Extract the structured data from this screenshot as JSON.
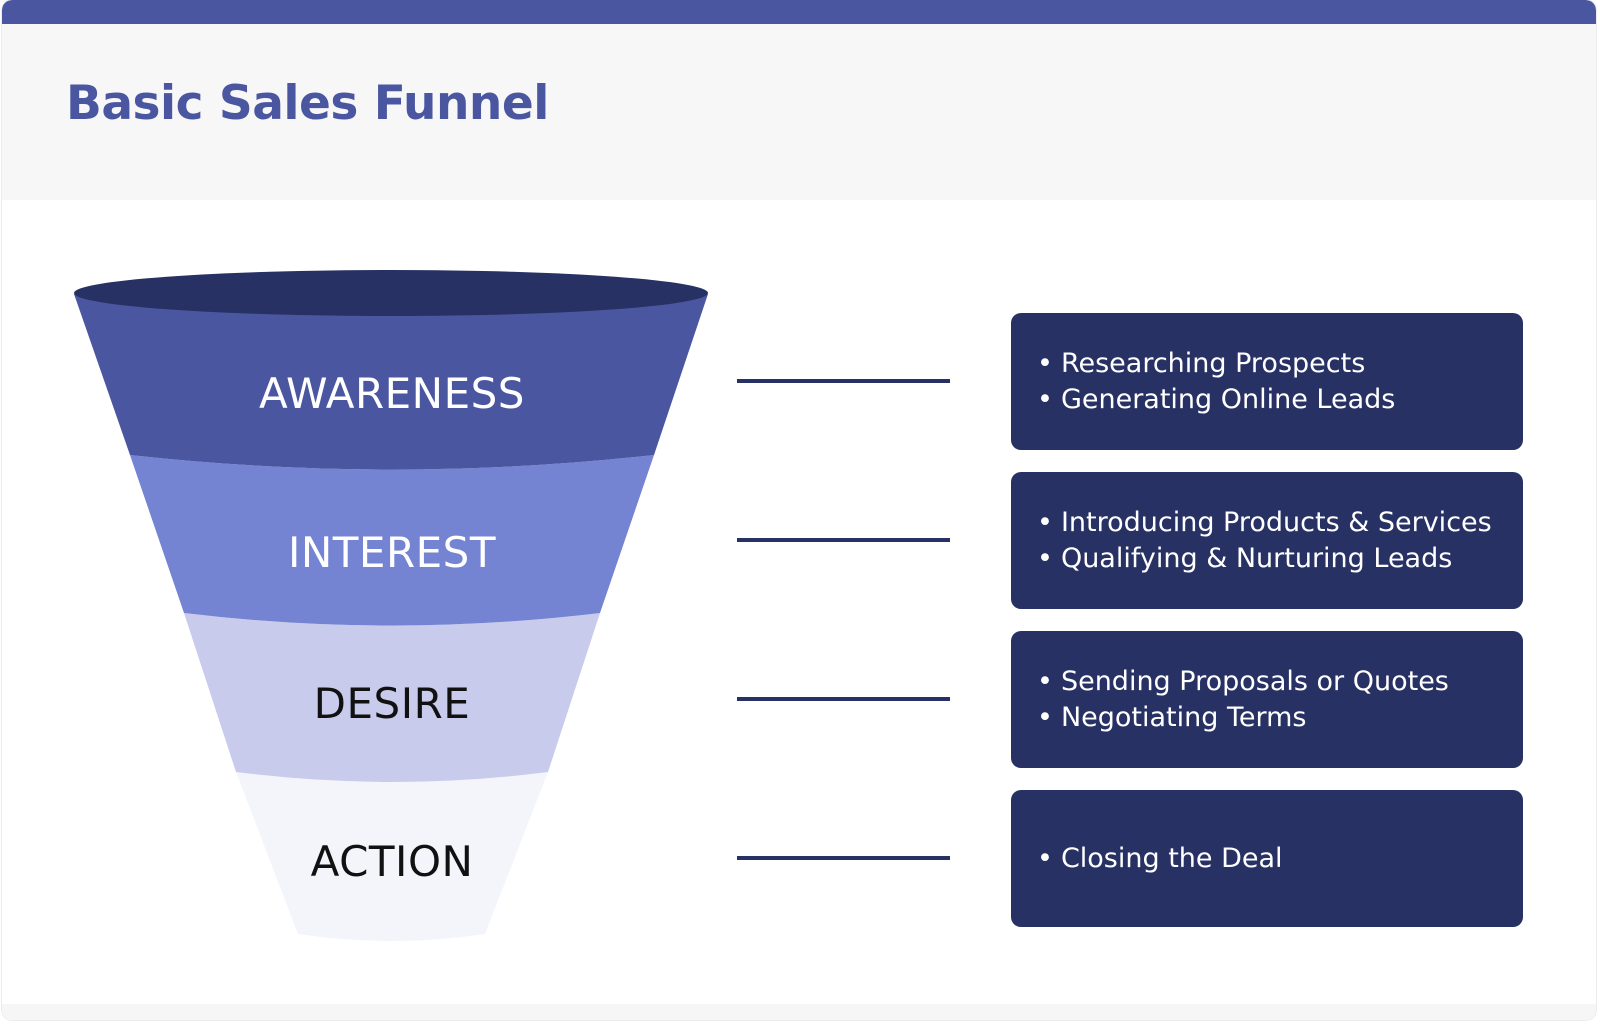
{
  "title": "Basic Sales Funnel",
  "colors": {
    "brand": "#4a56a0",
    "header_bg": "#f7f7f7",
    "box_bg": "#283164",
    "rim": "#283164",
    "stage_fills": [
      "#4a56a0",
      "#7483d2",
      "#c8cbec",
      "#f3f5fb"
    ],
    "stage_text": [
      "#ffffff",
      "#ffffff",
      "#111111",
      "#111111"
    ],
    "connector": "#283164"
  },
  "stages": [
    {
      "label": "AWARENESS",
      "items": [
        "Researching Prospects",
        "Generating Online Leads"
      ]
    },
    {
      "label": "INTEREST",
      "items": [
        "Introducing Products & Services",
        "Qualifying & Nurturing Leads"
      ]
    },
    {
      "label": "DESIRE",
      "items": [
        "Sending Proposals or Quotes",
        "Negotiating Terms"
      ]
    },
    {
      "label": "ACTION",
      "items": [
        "Closing the Deal"
      ]
    }
  ]
}
